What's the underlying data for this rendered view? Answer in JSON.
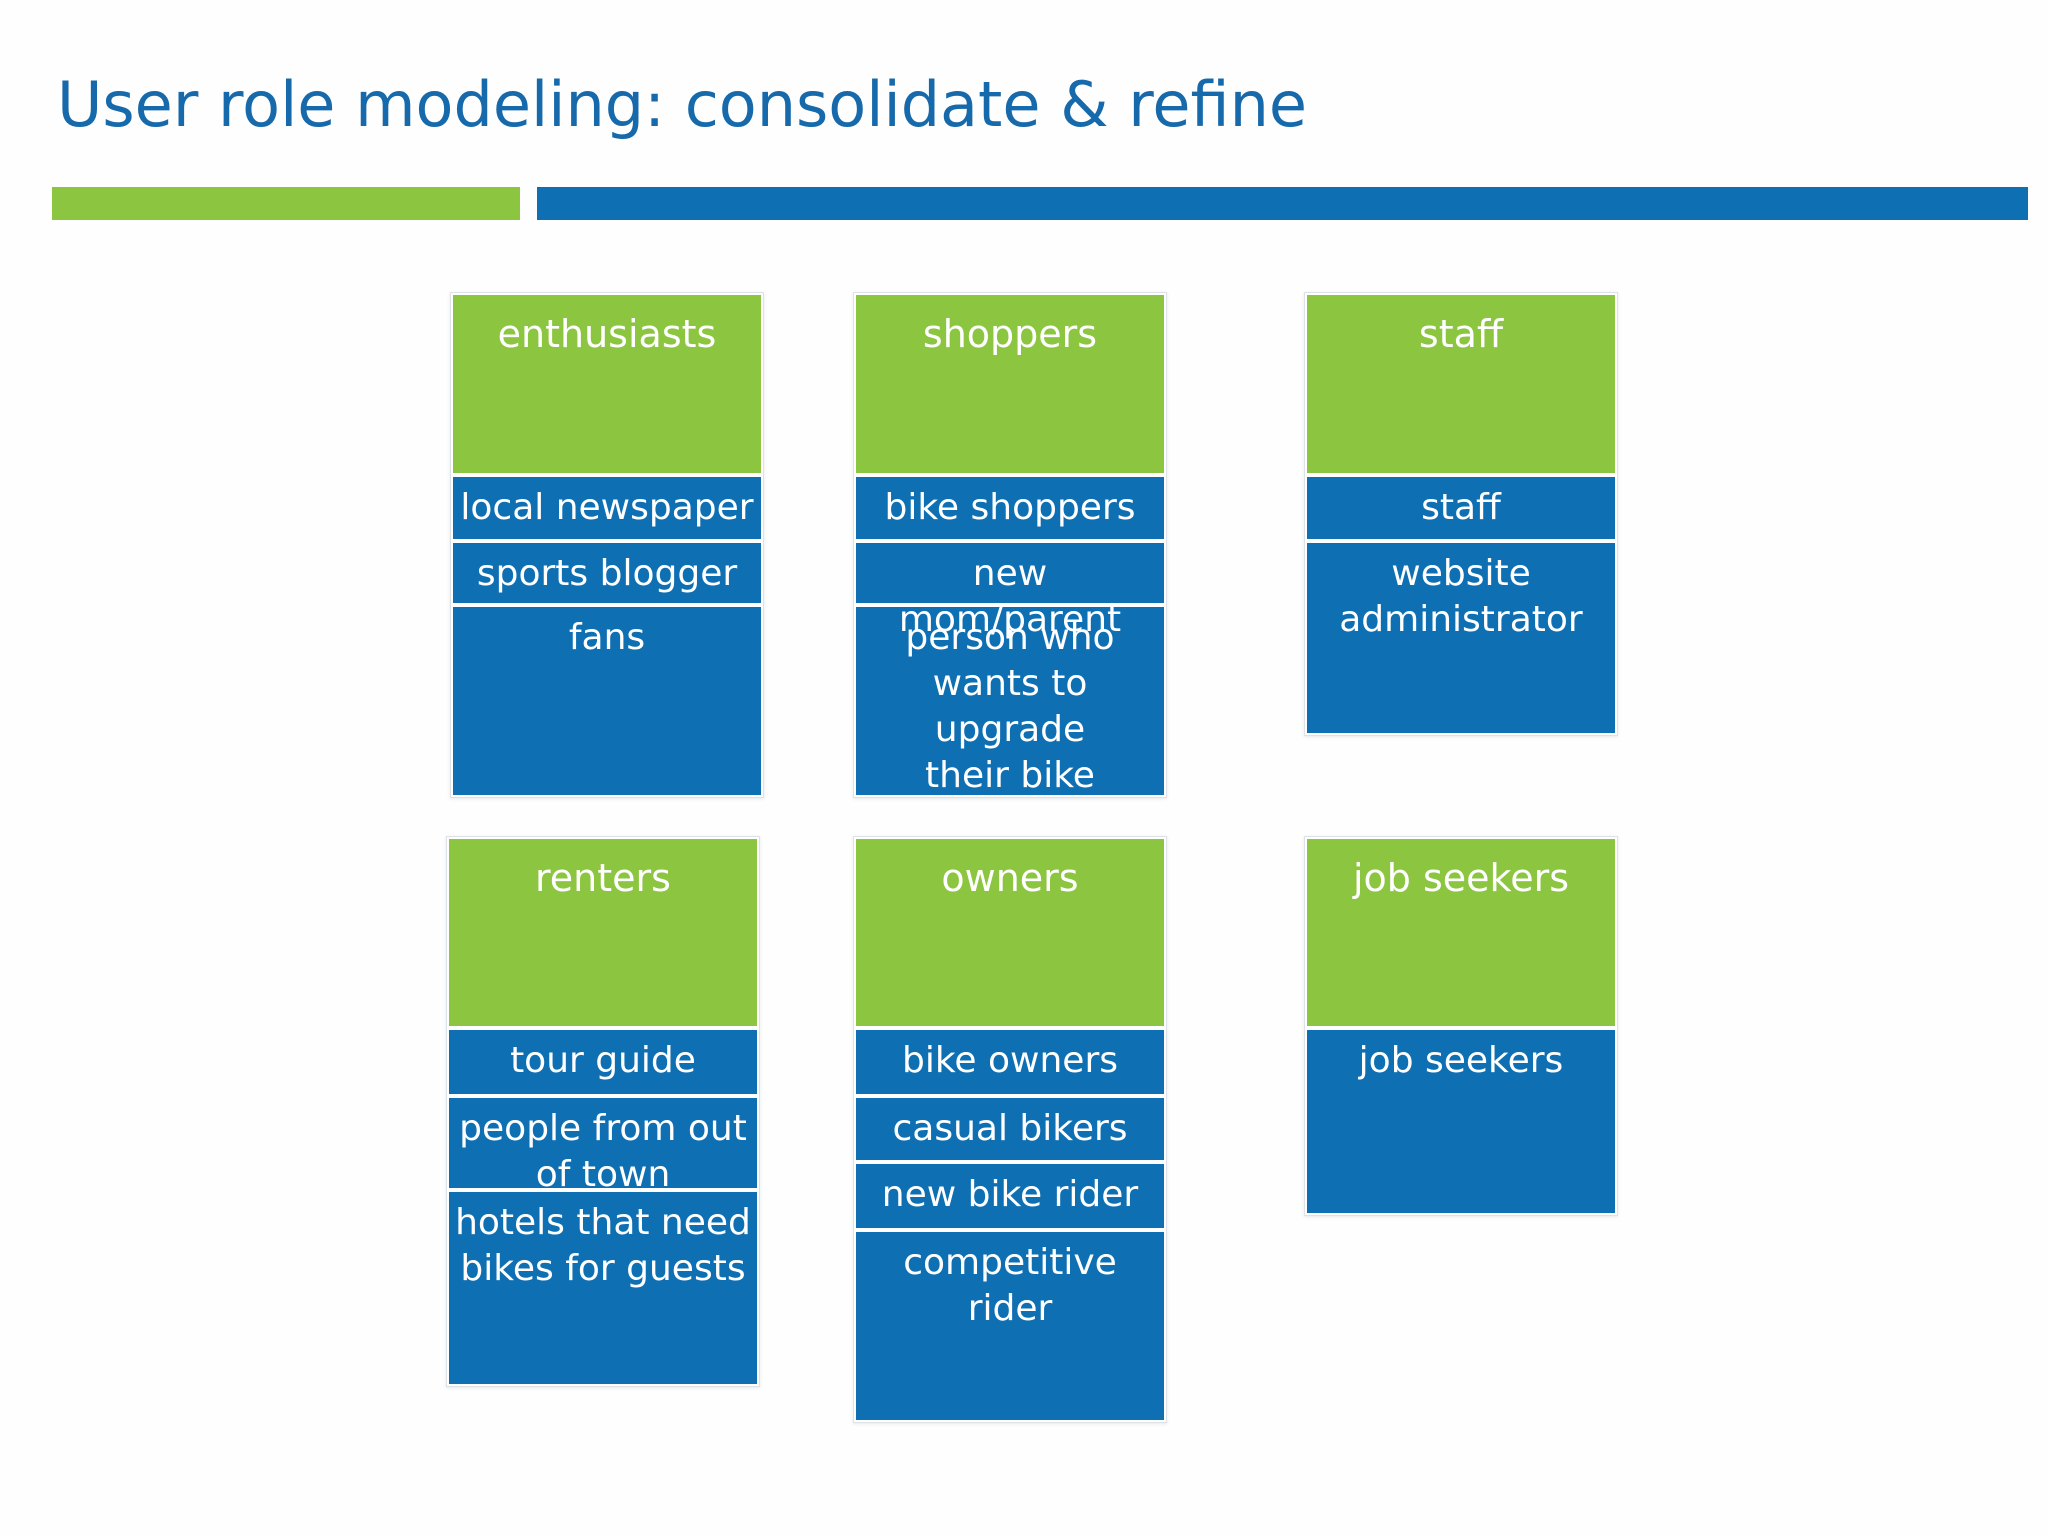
{
  "slide": {
    "title": "User role modeling: consolidate & refine"
  },
  "colors": {
    "title_text": "#1669aa",
    "accent_green": "#8cc640",
    "accent_blue": "#0f6fb3",
    "card_text": "#ffffff",
    "background": "#fefefe"
  },
  "groups": [
    {
      "header": "enthusiasts",
      "roles": [
        "local newspaper",
        "sports blogger",
        "fans"
      ]
    },
    {
      "header": "shoppers",
      "roles": [
        "bike shoppers",
        "new mom/parent",
        "person who\nwants to upgrade\ntheir bike"
      ]
    },
    {
      "header": "staff",
      "roles": [
        "staff",
        "website\nadministrator"
      ]
    },
    {
      "header": "renters",
      "roles": [
        "tour guide",
        "people from out\nof town",
        "hotels that need\nbikes for guests"
      ]
    },
    {
      "header": "owners",
      "roles": [
        "bike owners",
        "casual bikers",
        "new bike rider",
        "competitive rider"
      ]
    },
    {
      "header": "job seekers",
      "roles": [
        "job seekers"
      ]
    }
  ]
}
